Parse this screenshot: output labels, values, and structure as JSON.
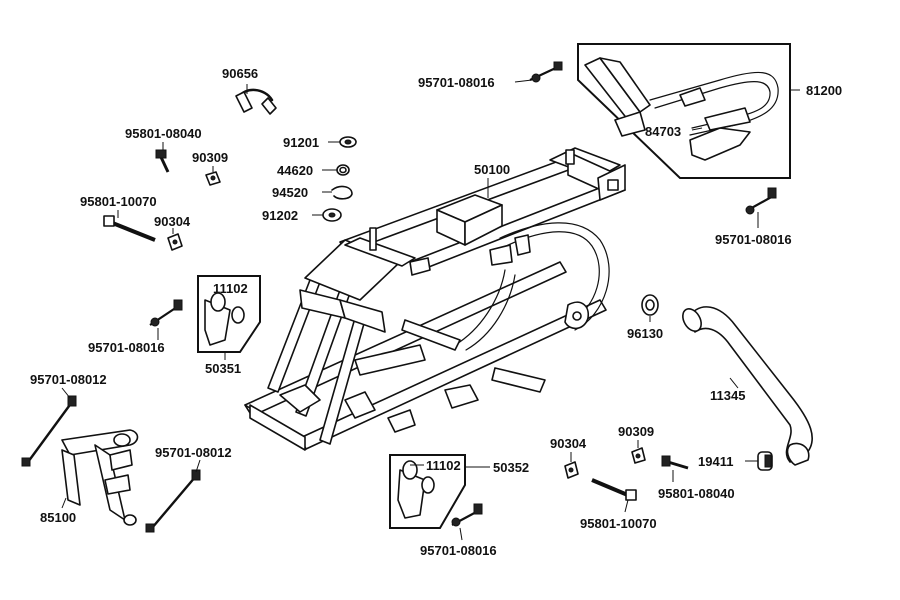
{
  "labels": {
    "p90656": "90656",
    "p95701_08016_top": "95701-08016",
    "p81200": "81200",
    "p84703": "84703",
    "p95801_08040_left": "95801-08040",
    "p90309_left": "90309",
    "p91201": "91201",
    "p44620": "44620",
    "p94520": "94520",
    "p91202": "91202",
    "p50100": "50100",
    "p95801_10070_left": "95801-10070",
    "p90304_left": "90304",
    "p95701_08016_right": "95701-08016",
    "p11102_left": "11102",
    "p95701_08016_left": "95701-08016",
    "p50351": "50351",
    "p96130": "96130",
    "p95701_08012_left": "95701-08012",
    "p11345": "11345",
    "p95701_08012_mid": "95701-08012",
    "p90304_right": "90304",
    "p90309_right": "90309",
    "p19411": "19411",
    "p11102_right": "11102",
    "p50352": "50352",
    "p95801_08040_right": "95801-08040",
    "p85100": "85100",
    "p95801_10070_right": "95801-10070",
    "p95701_08016_bottom": "95701-08016"
  }
}
